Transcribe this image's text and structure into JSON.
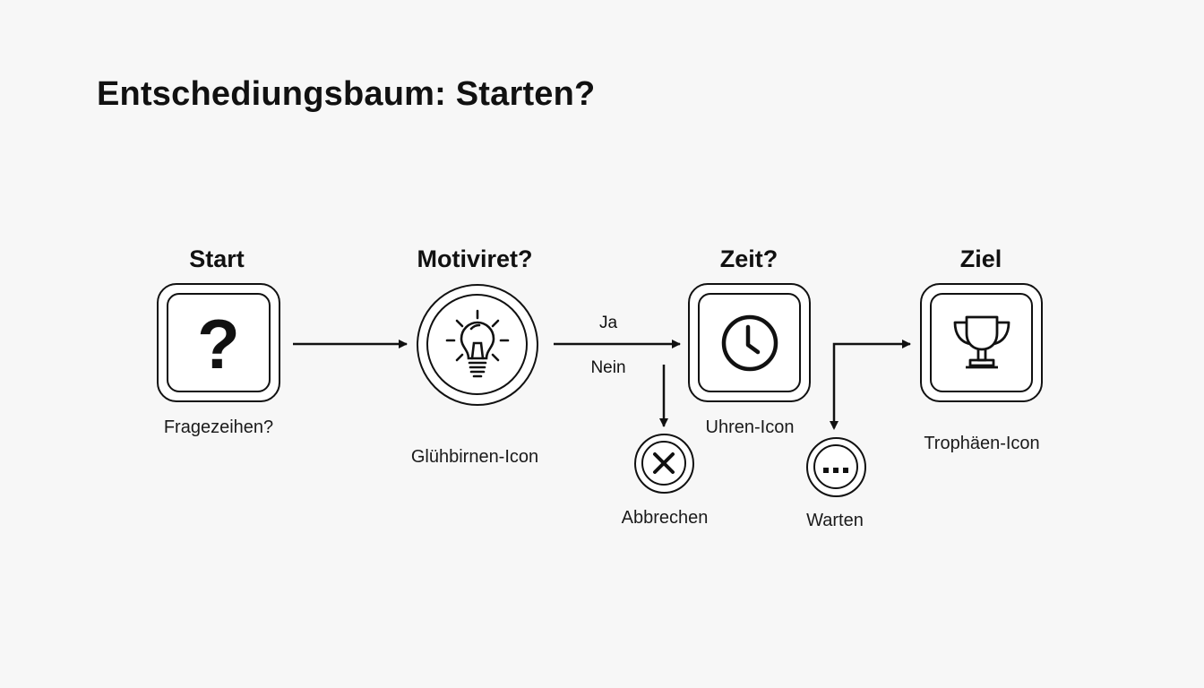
{
  "title": "Entschediungsbaum: Starten?",
  "nodes": {
    "start": {
      "title": "Start",
      "icon": "question-mark-icon",
      "icon_glyph": "?",
      "caption": "Fragezeihen?"
    },
    "motivated": {
      "title": "Motiviret?",
      "icon": "lightbulb-icon",
      "caption": "Glühbirnen-Icon"
    },
    "time": {
      "title": "Zeit?",
      "icon": "clock-icon",
      "caption": "Uhren-Icon"
    },
    "goal": {
      "title": "Ziel",
      "icon": "trophy-icon",
      "caption": "Trophäen-Icon"
    },
    "cancel": {
      "icon": "x-icon",
      "caption": "Abbrechen"
    },
    "wait": {
      "icon": "ellipsis-icon",
      "caption": "Warten"
    }
  },
  "edges": {
    "yes_label": "Ja",
    "no_label": "Nein"
  },
  "colors": {
    "background": "#f7f7f7",
    "stroke": "#111111"
  }
}
